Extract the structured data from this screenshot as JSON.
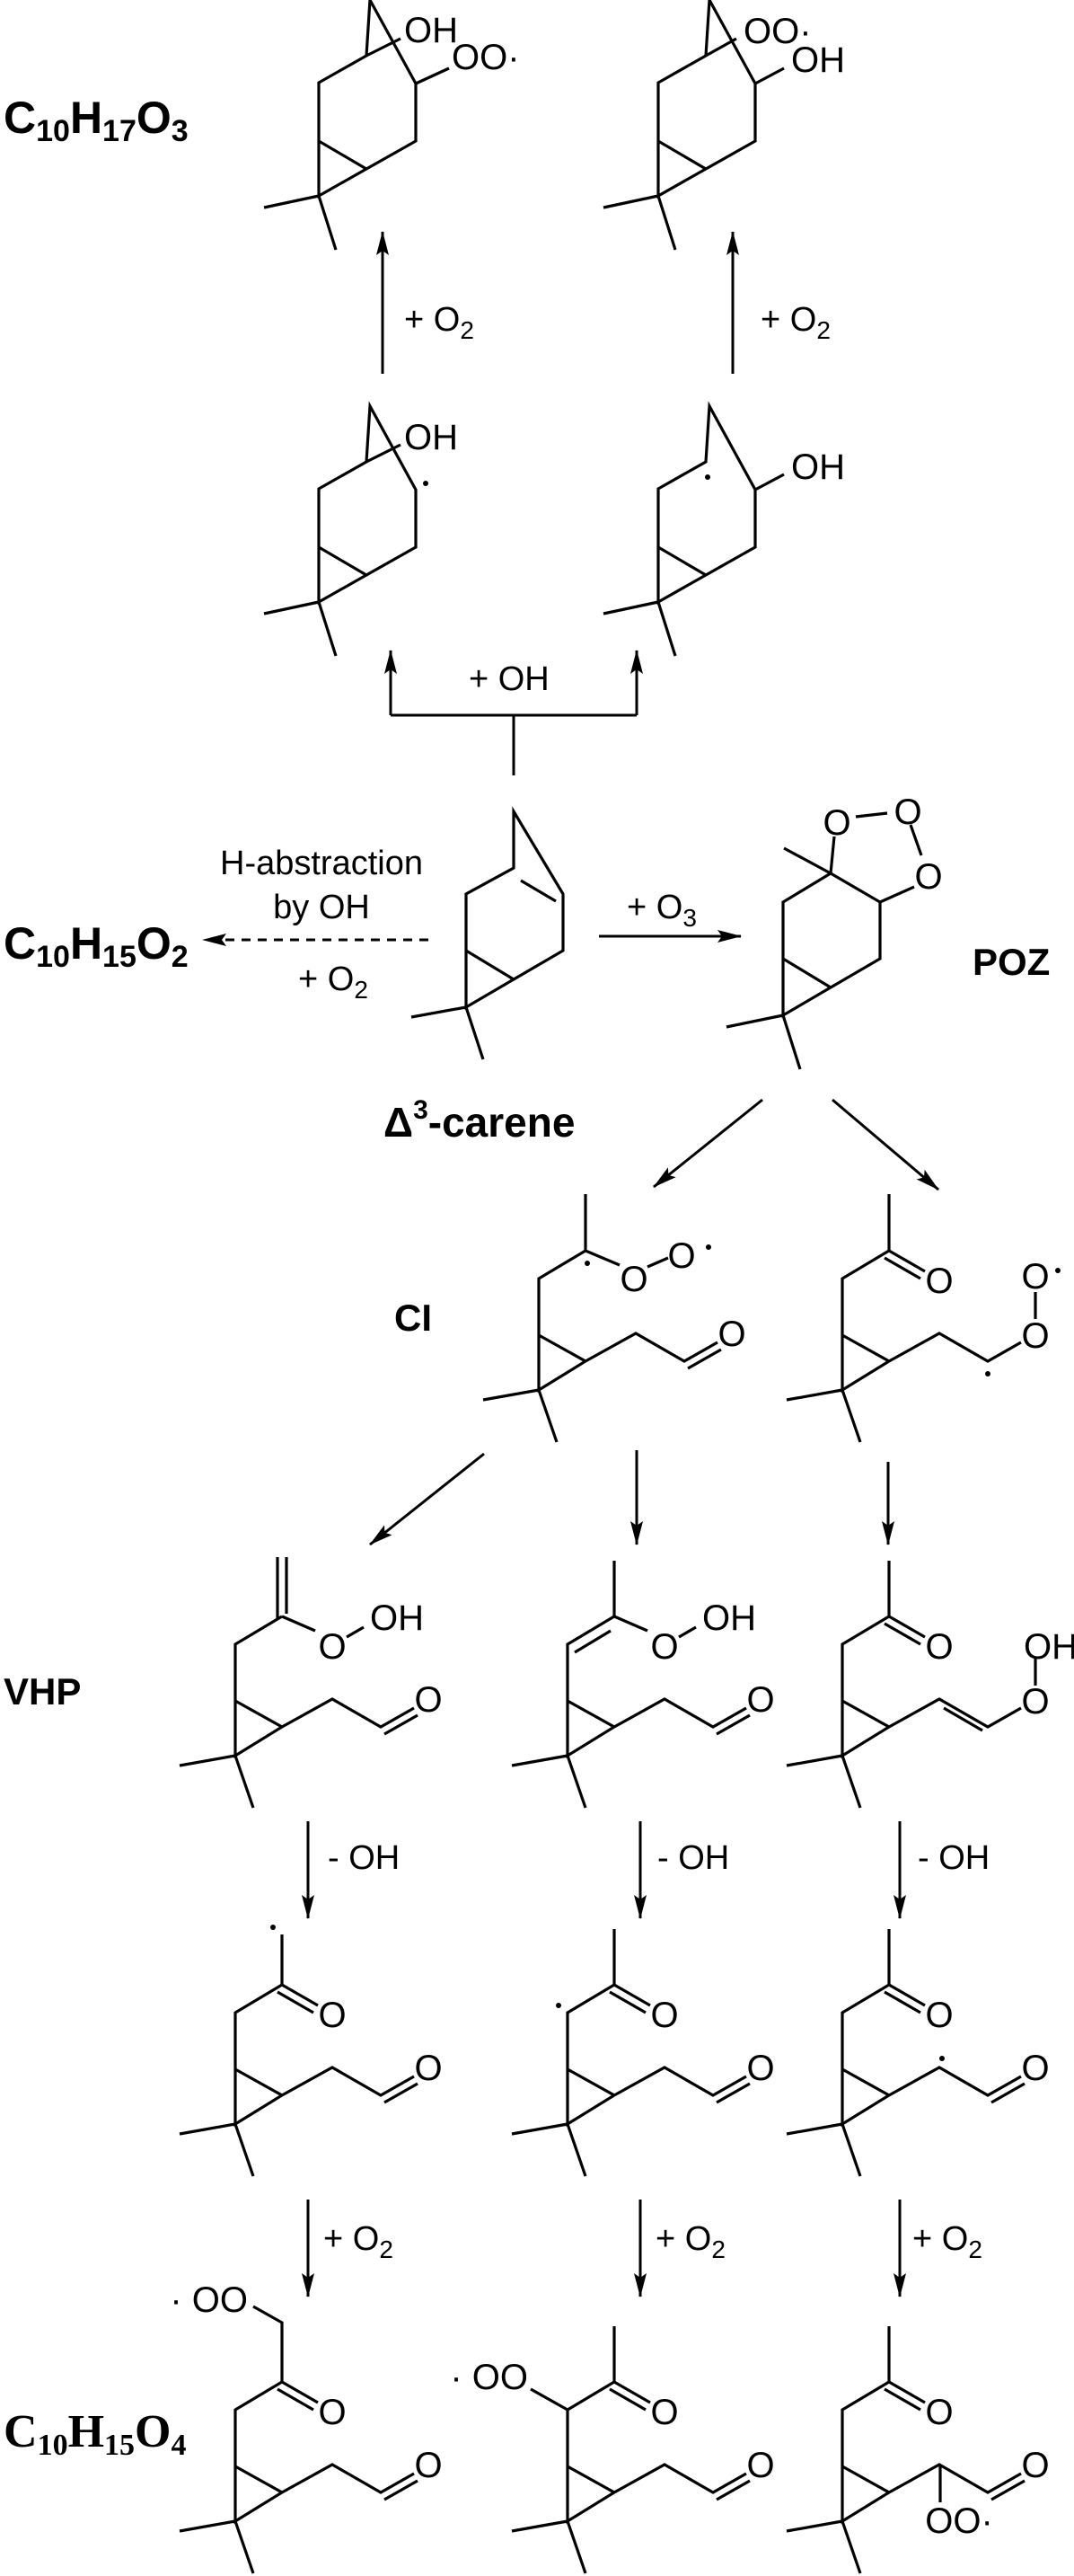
{
  "formulas": {
    "top": [
      "C",
      "10",
      "H",
      "17",
      "O",
      "3"
    ],
    "left": [
      "C",
      "10",
      "H",
      "15",
      "O",
      "2"
    ],
    "bottom": [
      "C",
      "10",
      "H",
      "15",
      "O",
      "4"
    ]
  },
  "names": {
    "carene": {
      "delta": "Δ",
      "sup": "3",
      "rest": "-carene"
    },
    "poz": "POZ",
    "ci": "CI",
    "vhp": "VHP"
  },
  "arrows": {
    "plus_o2": {
      "main": "+ O",
      "sub": "2"
    },
    "plus_oh": "+ OH",
    "h_abstraction": {
      "line1": "H-abstraction",
      "line2": "by OH"
    },
    "plus_o3": {
      "main": "+ O",
      "sub": "3"
    },
    "minus_oh": "- OH"
  },
  "atoms": {
    "oh": "OH",
    "o": "O",
    "oo_rad": "OO·",
    "rad_oo": "· OO"
  }
}
